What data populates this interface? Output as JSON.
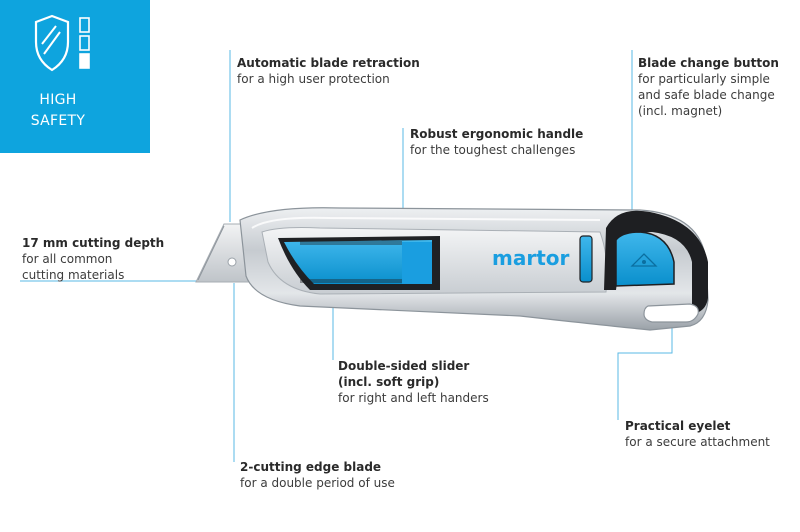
{
  "badge": {
    "line1": "HIGH",
    "line2": "SAFETY",
    "icon": "shield-icon"
  },
  "brand": {
    "logo_text": "martor",
    "logo_color": "#1a9ee0"
  },
  "colors": {
    "accent": "#0ea4de",
    "leader": "#5ab8e6",
    "handle_silver": "#c9ced3",
    "grip_black": "#1e1f22"
  },
  "callouts": {
    "retraction": {
      "title": "Automatic blade retraction",
      "sub": [
        "for a high user protection"
      ]
    },
    "handle": {
      "title": "Robust ergonomic handle",
      "sub": [
        "for the toughest challenges"
      ]
    },
    "blade_change": {
      "title": "Blade change button",
      "sub": [
        "for particularly simple",
        "and safe blade change",
        "(incl. magnet)"
      ]
    },
    "depth": {
      "title": "17 mm cutting depth",
      "sub": [
        "for all common",
        "cutting materials"
      ]
    },
    "slider": {
      "title": [
        "Double-sided slider",
        "(incl. soft grip)"
      ],
      "sub": [
        "for right and left handers"
      ]
    },
    "eyelet": {
      "title": "Practical eyelet",
      "sub": [
        "for a secure attachment"
      ]
    },
    "blade": {
      "title": "2-cutting edge blade",
      "sub": [
        "for a double period of use"
      ]
    }
  }
}
